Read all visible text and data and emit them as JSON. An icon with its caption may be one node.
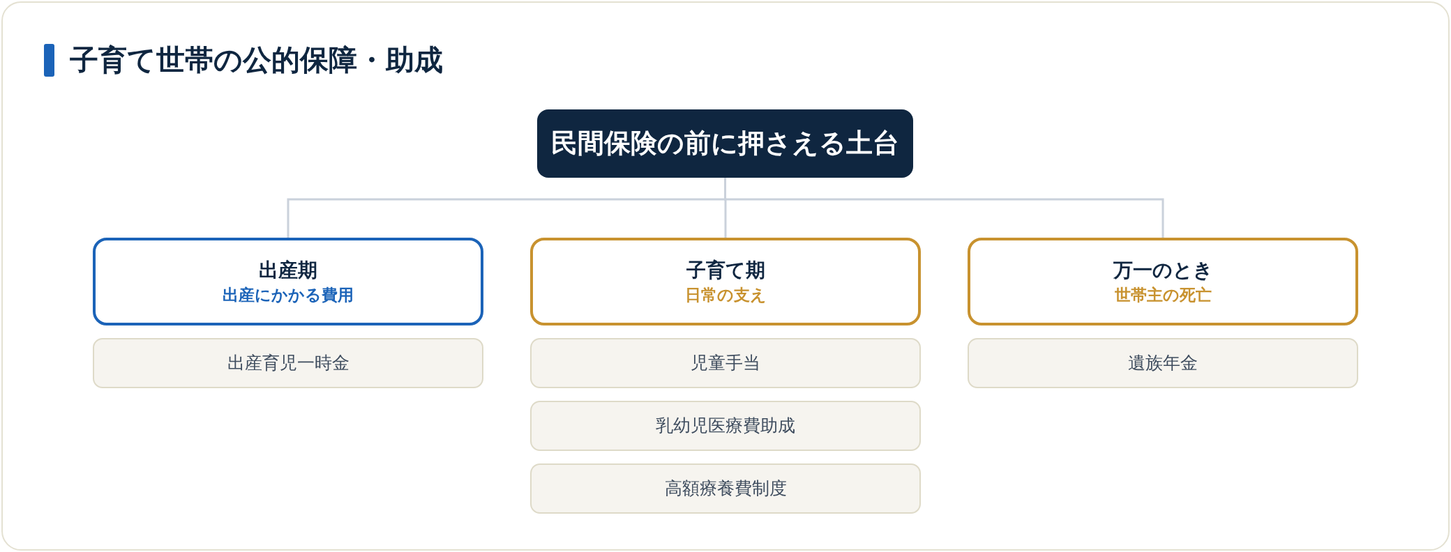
{
  "diagram": {
    "title": "子育て世帯の公的保障・助成",
    "nodes": [
      {
        "text": [
          "民間保険の前に押さえる土台"
        ]
      },
      {
        "text": [
          "出産期",
          "出産にかかる費用"
        ]
      },
      {
        "text": [
          "出産育児一時金"
        ]
      },
      {
        "text": [
          "子育て期",
          "日常の支え"
        ]
      },
      {
        "text": [
          "児童手当"
        ]
      },
      {
        "text": [
          "乳幼児医療費助成"
        ]
      },
      {
        "text": [
          "高額療養費制度"
        ]
      },
      {
        "text": [
          "万一のとき",
          "世帯主の死亡"
        ]
      },
      {
        "text": [
          "遺族年金"
        ]
      }
    ],
    "edges": [
      {
        "from": 0,
        "to": 1,
        "arrow": "none"
      },
      {
        "from": 0,
        "to": 3,
        "arrow": "none"
      },
      {
        "from": 0,
        "to": 7,
        "arrow": "none"
      }
    ]
  }
}
